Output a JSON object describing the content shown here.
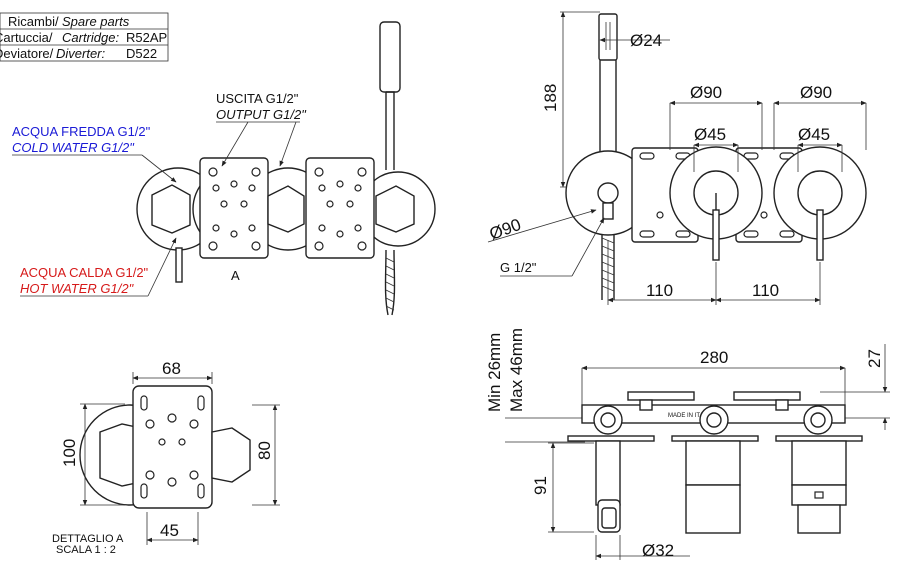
{
  "spare_parts_table": {
    "row1": {
      "it": "Ricambi/",
      "en": "Spare parts",
      "code": ""
    },
    "row2": {
      "it": "Cartuccia/",
      "en": "Cartridge:",
      "code": "R52AP"
    },
    "row3": {
      "it": "Deviatore/",
      "en": "Diverter:",
      "code": "D522"
    }
  },
  "labels": {
    "outlet_it": "USCITA G1/2\"",
    "outlet_en": "OUTPUT G1/2\"",
    "cold_it": "ACQUA FREDDA G1/2\"",
    "cold_en": "COLD WATER G1/2\"",
    "hot_it": "ACQUA CALDA G1/2\"",
    "hot_en": "HOT WATER G1/2\"",
    "detail_marker": "A",
    "detail_title": "DETTAGLIO A",
    "detail_scale": "SCALA 1 : 2",
    "made_in_italy": "MADE IN ITALY",
    "g_thread": "G 1/2\""
  },
  "colors": {
    "cold": "#1a1ad6",
    "hot": "#d61a1a",
    "line": "#222222"
  },
  "dims": {
    "d24": "Ø24",
    "h188": "188",
    "d90_a": "Ø90",
    "d90_b": "Ø90",
    "d90_c": "Ø90",
    "d45_a": "Ø45",
    "d45_b": "Ø45",
    "w110_a": "110",
    "w110_b": "110",
    "w280": "280",
    "h27": "27",
    "min_depth": "Min 26mm",
    "max_depth": "Max 46mm",
    "h91": "91",
    "d32": "Ø32",
    "w68": "68",
    "h100": "100",
    "h80": "80",
    "w45": "45"
  }
}
